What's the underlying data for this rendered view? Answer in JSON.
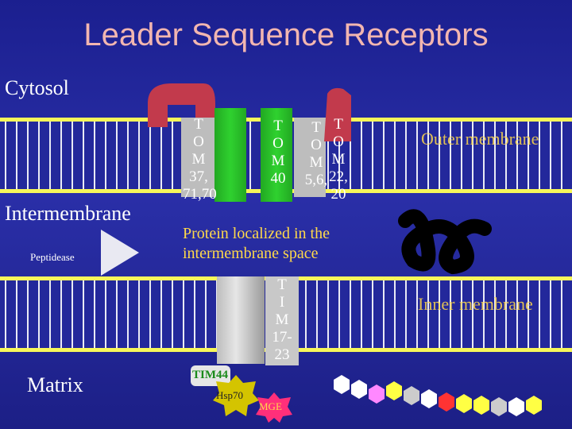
{
  "title": "Leader Sequence Receptors",
  "regions": {
    "cytosol": "Cytosol",
    "intermembrane": "Intermembrane",
    "matrix": "Matrix"
  },
  "membranes": {
    "outer": "Outer membrane",
    "inner": "Inner membrane"
  },
  "tom_complex": {
    "tom37_71_70": [
      "T",
      "O",
      "M",
      "37,",
      "71,70"
    ],
    "tom40": [
      "T",
      "O",
      "M",
      "40"
    ],
    "tom5_6": [
      "T",
      "O",
      "M",
      "5,6,"
    ],
    "tom22_20": [
      "T",
      "O",
      "M",
      "22,",
      "20"
    ]
  },
  "tim_complex": {
    "tim17_23": [
      "T",
      "I",
      "M",
      "17-",
      "23"
    ],
    "tim44": "TIM44",
    "hsp70": "Hsp70",
    "mge": "MGE"
  },
  "peptidase": "Peptidease",
  "caption": [
    "Protein localized in the",
    "intermembrane space"
  ],
  "colors": {
    "background": "#1c2196",
    "title": "#f2b6b0",
    "membrane_head": "#f7f75a",
    "tom_green": "#2fd12f",
    "tom_gray": "#bdbdbd",
    "receptor_red": "#c23a4c",
    "hsp70": "#d4c400",
    "mge": "#ff2f7a"
  }
}
